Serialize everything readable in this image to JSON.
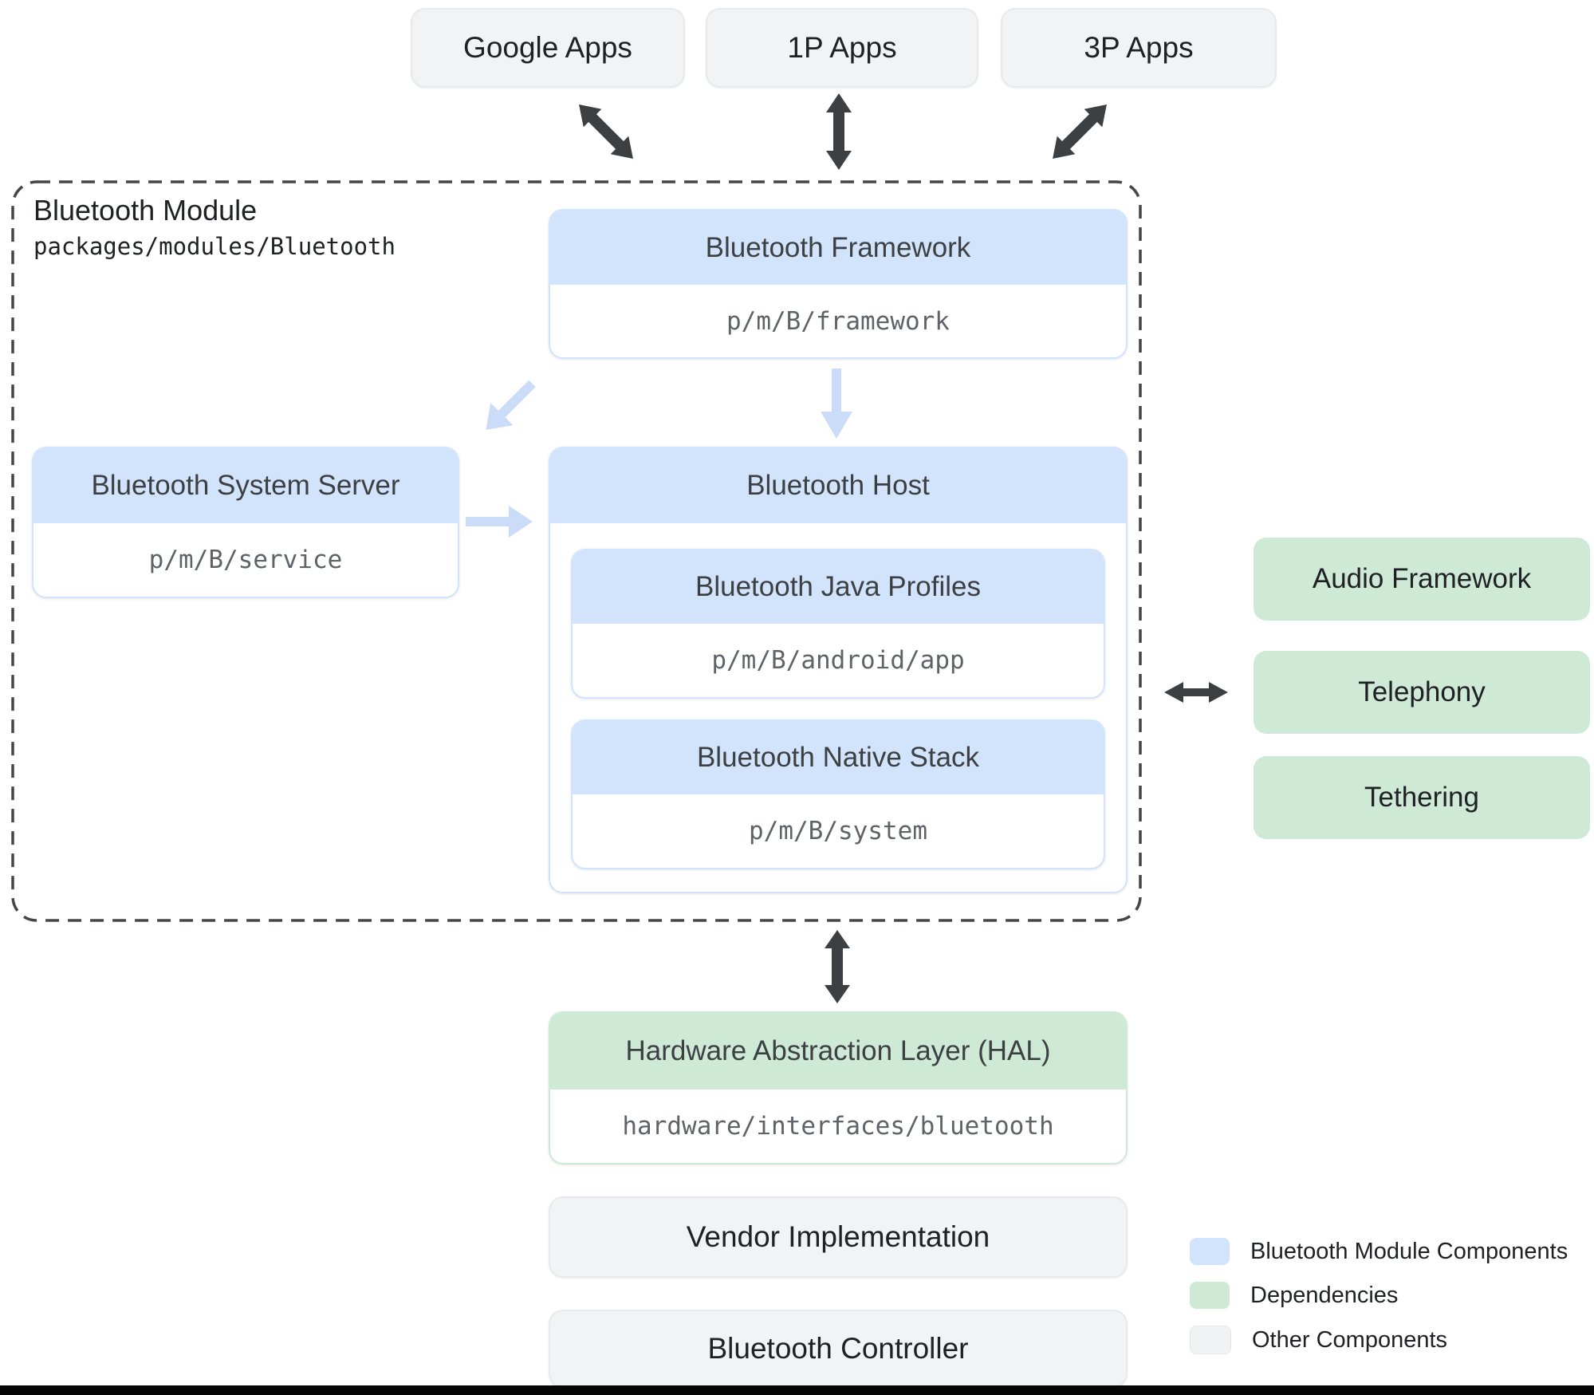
{
  "colors": {
    "module_component": "#d2e3fc",
    "dependency": "#ceead6",
    "other_component": "#f1f3f4",
    "arrow_dark": "#3c4043",
    "arrow_blue": "#cbdcf9"
  },
  "top_apps": [
    {
      "label": "Google Apps"
    },
    {
      "label": "1P Apps"
    },
    {
      "label": "3P Apps"
    }
  ],
  "module": {
    "title": "Bluetooth Module",
    "path": "packages/modules/Bluetooth",
    "framework": {
      "title": "Bluetooth Framework",
      "path": "p/m/B/framework"
    },
    "system_server": {
      "title": "Bluetooth System Server",
      "path": "p/m/B/service"
    },
    "host": {
      "title": "Bluetooth Host",
      "java_profiles": {
        "title": "Bluetooth Java Profiles",
        "path": "p/m/B/android/app"
      },
      "native_stack": {
        "title": "Bluetooth Native Stack",
        "path": "p/m/B/system"
      }
    }
  },
  "dependencies": [
    {
      "label": "Audio Framework"
    },
    {
      "label": "Telephony"
    },
    {
      "label": "Tethering"
    }
  ],
  "hal": {
    "title": "Hardware Abstraction Layer (HAL)",
    "path": "hardware/interfaces/bluetooth"
  },
  "lower_stack": [
    {
      "label": "Vendor Implementation"
    },
    {
      "label": "Bluetooth Controller"
    }
  ],
  "legend": [
    {
      "label": "Bluetooth Module Components",
      "swatch": "blue"
    },
    {
      "label": "Dependencies",
      "swatch": "green"
    },
    {
      "label": "Other Components",
      "swatch": "gray"
    }
  ]
}
